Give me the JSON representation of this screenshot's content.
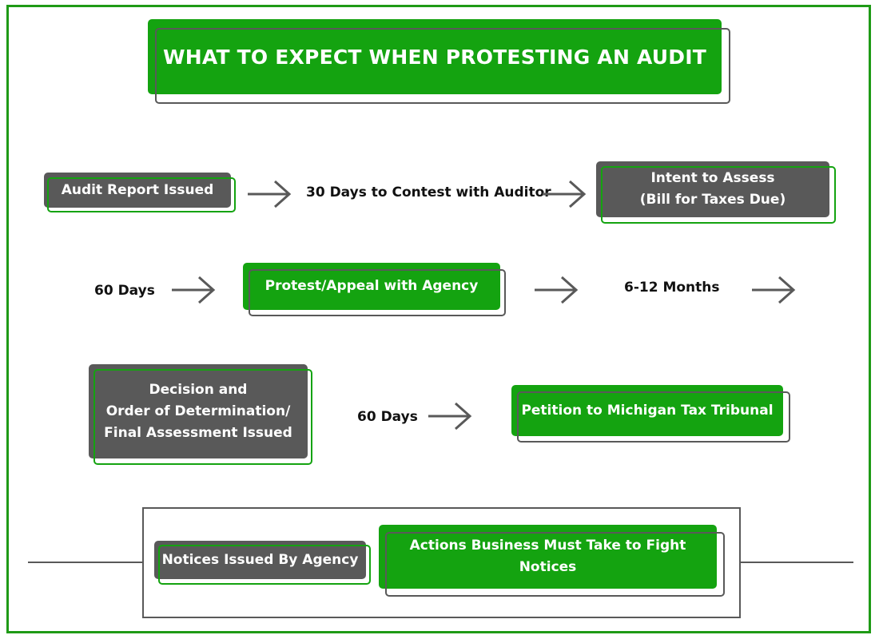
{
  "title": "WHAT TO EXPECT WHEN PROTESTING AN AUDIT",
  "row1": {
    "audit_report": "Audit Report Issued",
    "contest": "30 Days to Contest with Auditor",
    "intent": "Intent to Assess\n(Bill for Taxes Due)"
  },
  "row2": {
    "days": "60 Days",
    "protest": "Protest/Appeal with Agency",
    "months": "6-12 Months"
  },
  "row3": {
    "decision": "Decision and\nOrder of Determination/\nFinal Assessment Issued",
    "days": "60 Days",
    "petition": "Petition to Michigan Tax Tribunal"
  },
  "legend": {
    "notices": "Notices Issued By Agency",
    "actions": "Actions Business Must Take to Fight Notices"
  },
  "colors": {
    "green": "#14a310",
    "dark": "#595959"
  }
}
